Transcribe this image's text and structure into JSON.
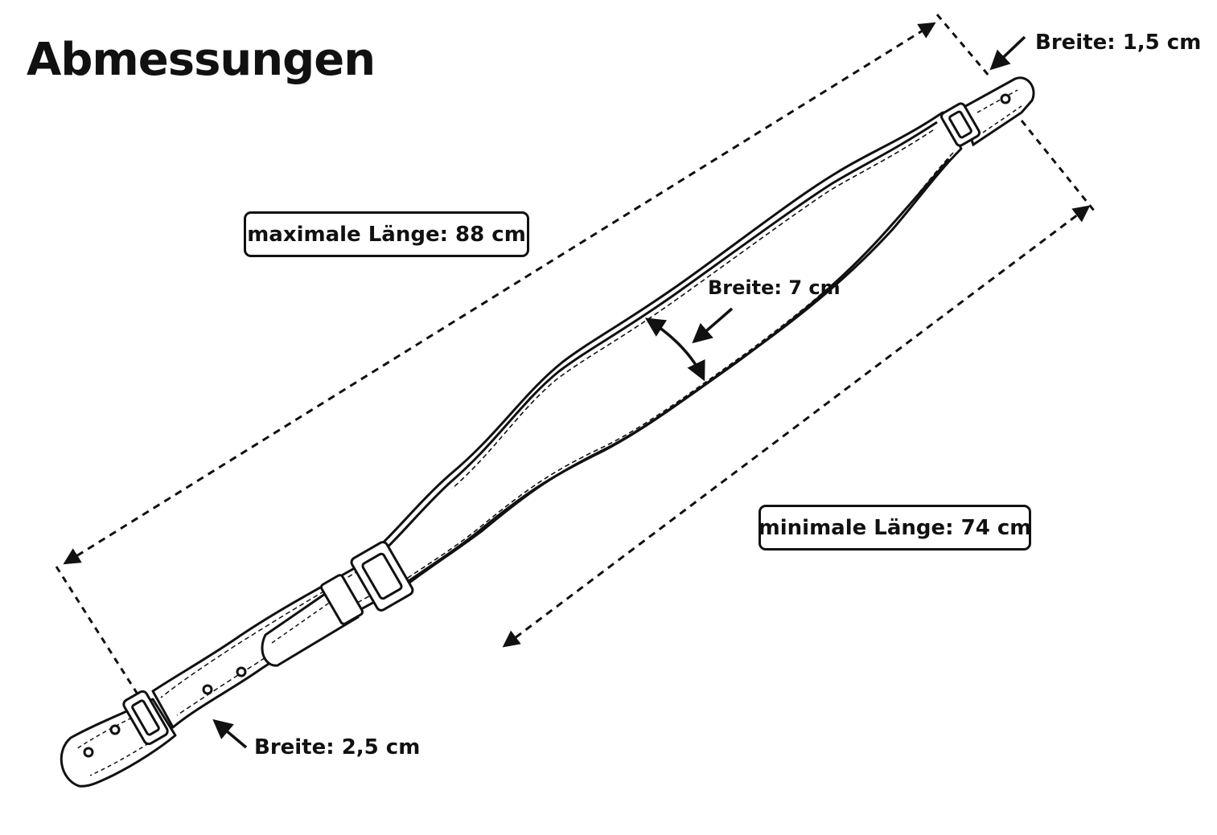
{
  "title": "Abmessungen",
  "labels": {
    "max_length": "maximale Länge: 88 cm",
    "min_length": "minimale Länge: 74 cm",
    "width_top": "Breite: 1,5 cm",
    "width_middle": "Breite: 7 cm",
    "width_bottom": "Breite: 2,5 cm"
  },
  "colors": {
    "line": "#111111",
    "background": "#ffffff"
  }
}
